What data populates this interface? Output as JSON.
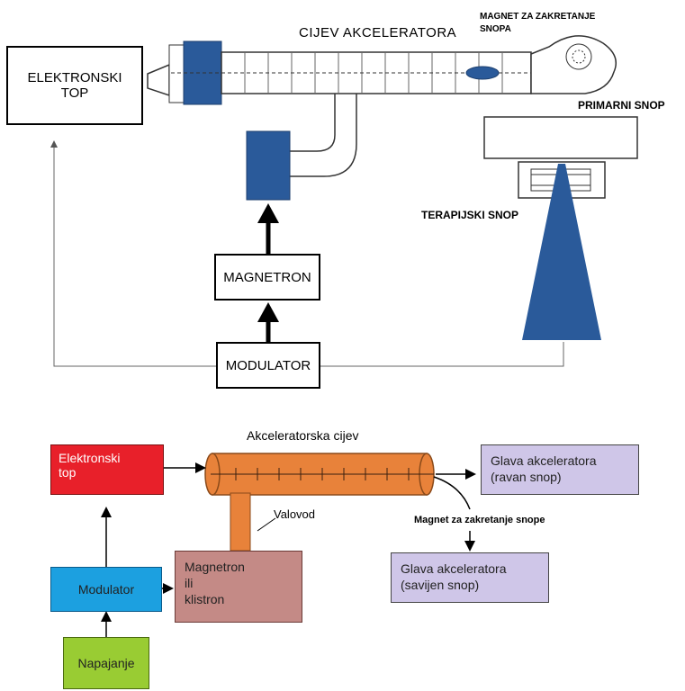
{
  "top_diagram": {
    "electron_gun_line1": "ELEKTRONSKI",
    "electron_gun_line2": "TOP",
    "accelerator_tube": "CIJEV AKCELERATORA",
    "bending_magnet_line1": "MAGNET ZA ZAKRETANJE",
    "bending_magnet_line2": "SNOPA",
    "primary_beam": "PRIMARNI SNOP",
    "therapy_beam": "TERAPIJSKI SNOP",
    "magnetron": "MAGNETRON",
    "modulator": "MODULATOR",
    "accent_color": "#2a5a9a"
  },
  "bottom_diagram": {
    "electron_gun_line1": "Elektronski",
    "electron_gun_line2": "top",
    "accelerator_tube": "Akceleratorska cijev",
    "waveguide": "Valovod",
    "magnetron_line1": "Magnetron",
    "magnetron_line2": "ili",
    "magnetron_line3": "klistron",
    "modulator": "Modulator",
    "power_supply": "Napajanje",
    "head_straight_line1": "Glava akceleratora",
    "head_straight_line2": "(ravan snop)",
    "bending_magnet": "Magnet za zakretanje snope",
    "head_bent_line1": "Glava akceleratora",
    "head_bent_line2": "(savijen snop)",
    "colors": {
      "electron_gun": "#e8202a",
      "tube": "#e8823a",
      "magnetron": "#c48a86",
      "modulator": "#1ca0e0",
      "power_supply": "#99cc33",
      "head": "#cfc6e8"
    }
  }
}
